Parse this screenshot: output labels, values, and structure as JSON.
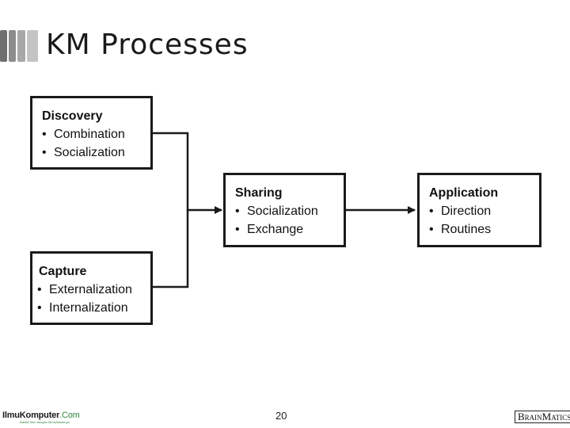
{
  "slide": {
    "title": "KM Processes",
    "page_number": "20"
  },
  "diagram": {
    "nodes": {
      "discovery": {
        "title": "Discovery",
        "items": [
          "Combination",
          "Socialization"
        ]
      },
      "capture": {
        "title": "Capture",
        "items": [
          "Externalization",
          "Internalization"
        ]
      },
      "sharing": {
        "title": "Sharing",
        "items": [
          "Socialization",
          "Exchange"
        ]
      },
      "application": {
        "title": "Application",
        "items": [
          "Direction",
          "Routines"
        ]
      }
    },
    "edges": [
      {
        "from": "discovery",
        "to": "sharing"
      },
      {
        "from": "capture",
        "to": "sharing"
      },
      {
        "from": "sharing",
        "to": "application"
      }
    ],
    "bullet_glyph": "•"
  },
  "footer": {
    "left_logo": {
      "main": "IlmuKomputer",
      "suffix": ".Com",
      "tagline": "Ikatlah Ilmu dengan Menuliskannya"
    },
    "right_logo": {
      "first": "B",
      "mid": "RAIN",
      "second": "M",
      "rest": "ATICS"
    }
  },
  "colors": {
    "accent_bars": [
      "#6f6f6f",
      "#8c8c8c",
      "#a8a8a8",
      "#c4c4c4"
    ],
    "stroke": "#1a1a1a",
    "logo_green": "#2e8b3a"
  }
}
